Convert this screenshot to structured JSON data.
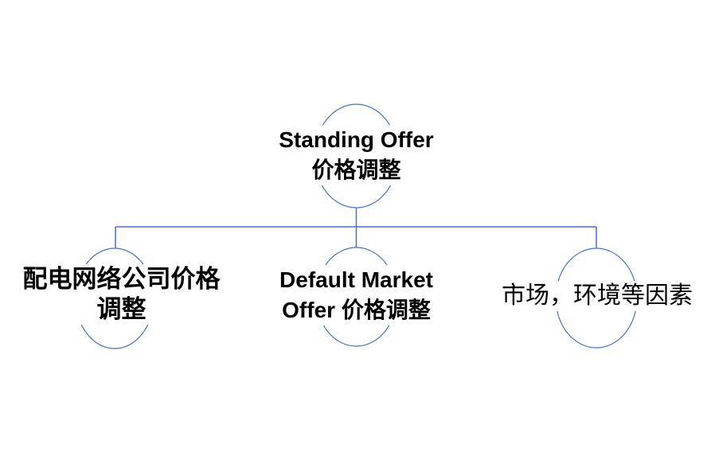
{
  "diagram": {
    "nodes": {
      "root": {
        "lines": [
          "Standing Offer",
          "价格调整"
        ]
      },
      "child_left": {
        "lines": [
          "配电网络公司价格",
          "调整"
        ]
      },
      "child_middle": {
        "lines": [
          "Default Market",
          "Offer 价格调整"
        ]
      },
      "child_right": {
        "lines": [
          "市场，环境等因素"
        ]
      }
    }
  },
  "colors": {
    "connector": "#4472C4",
    "shape_outline": "#4472C4",
    "text": "#000000",
    "background": "#FFFFFF"
  }
}
